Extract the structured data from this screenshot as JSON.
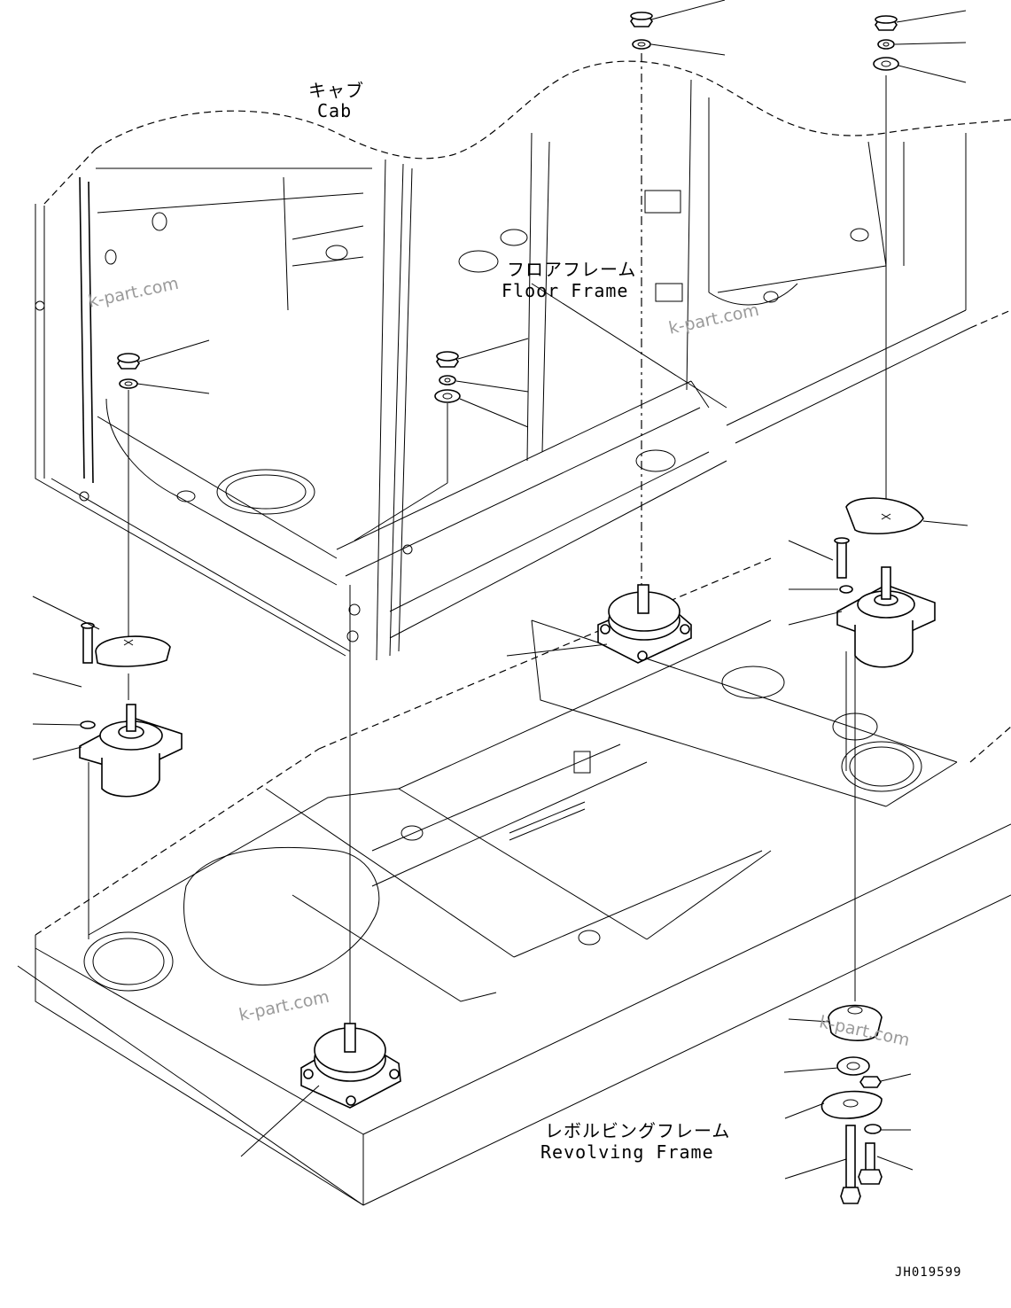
{
  "labels": {
    "cab_jp": "キャブ",
    "cab_en": "Cab",
    "floor_jp": "フロアフレーム",
    "floor_en": "Floor Frame",
    "revolving_jp": "レボルビングフレーム",
    "revolving_en": "Revolving Frame"
  },
  "watermark": "k-part.com",
  "drawing_code": "JH019599"
}
